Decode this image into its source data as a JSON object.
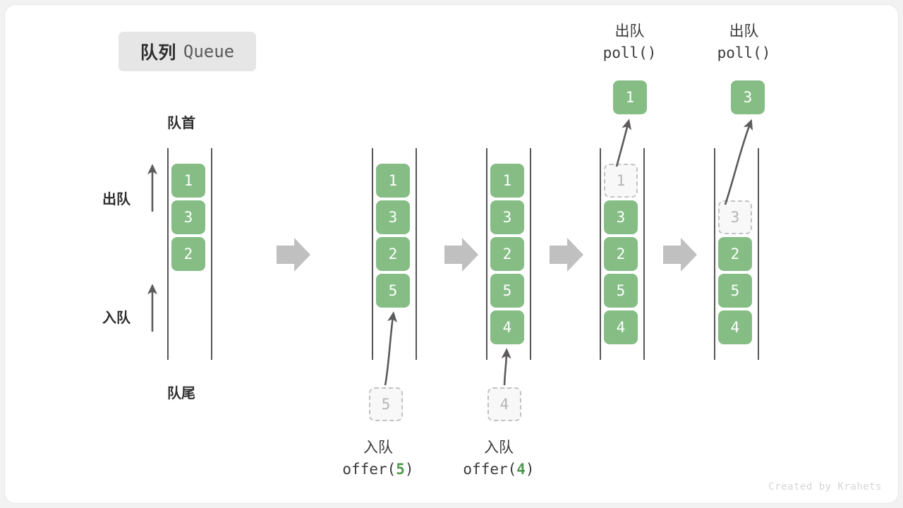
{
  "title": {
    "cn": "队列",
    "en": "Queue"
  },
  "labels": {
    "head": "队首",
    "tail": "队尾",
    "dequeue": "出队",
    "enqueue": "入队"
  },
  "colors": {
    "element_fill": "#85bd85",
    "element_text": "#ffffff",
    "ghost_fill": "#f8f8f8",
    "ghost_border": "#c2c2c2",
    "ghost_text": "#b5b5b5",
    "rail": "#555555",
    "step_arrow": "#c0c0c0",
    "accent_green": "#4c9a4c",
    "badge_bg": "#e6e6e6"
  },
  "operations": {
    "offer5": {
      "cn": "入队",
      "fn": "offer(",
      "arg": "5",
      "close": ")"
    },
    "offer4": {
      "cn": "入队",
      "fn": "offer(",
      "arg": "4",
      "close": ")"
    },
    "poll1": {
      "cn": "出队",
      "code": "poll()"
    },
    "poll2": {
      "cn": "出队",
      "code": "poll()"
    }
  },
  "stages": [
    {
      "id": "stage-1",
      "name": "initial-queue",
      "cells": [
        {
          "value": "1",
          "state": "filled"
        },
        {
          "value": "3",
          "state": "filled"
        },
        {
          "value": "2",
          "state": "filled"
        }
      ]
    },
    {
      "id": "stage-2",
      "name": "after-offer-5",
      "cells": [
        {
          "value": "1",
          "state": "filled"
        },
        {
          "value": "3",
          "state": "filled"
        },
        {
          "value": "2",
          "state": "filled"
        },
        {
          "value": "5",
          "state": "filled"
        }
      ],
      "incoming": {
        "value": "5",
        "state": "ghost"
      }
    },
    {
      "id": "stage-3",
      "name": "after-offer-4",
      "cells": [
        {
          "value": "1",
          "state": "filled"
        },
        {
          "value": "3",
          "state": "filled"
        },
        {
          "value": "2",
          "state": "filled"
        },
        {
          "value": "5",
          "state": "filled"
        },
        {
          "value": "4",
          "state": "filled"
        }
      ],
      "incoming": {
        "value": "4",
        "state": "ghost"
      }
    },
    {
      "id": "stage-4",
      "name": "after-poll-1",
      "cells": [
        {
          "value": "1",
          "state": "ghost"
        },
        {
          "value": "3",
          "state": "filled"
        },
        {
          "value": "2",
          "state": "filled"
        },
        {
          "value": "5",
          "state": "filled"
        },
        {
          "value": "4",
          "state": "filled"
        }
      ],
      "outgoing": {
        "value": "1",
        "state": "filled"
      }
    },
    {
      "id": "stage-5",
      "name": "after-poll-3",
      "cells": [
        {
          "value": "",
          "state": "empty"
        },
        {
          "value": "3",
          "state": "ghost"
        },
        {
          "value": "2",
          "state": "filled"
        },
        {
          "value": "5",
          "state": "filled"
        },
        {
          "value": "4",
          "state": "filled"
        }
      ],
      "outgoing": {
        "value": "3",
        "state": "filled"
      }
    }
  ],
  "footer": "Created by Krahets"
}
